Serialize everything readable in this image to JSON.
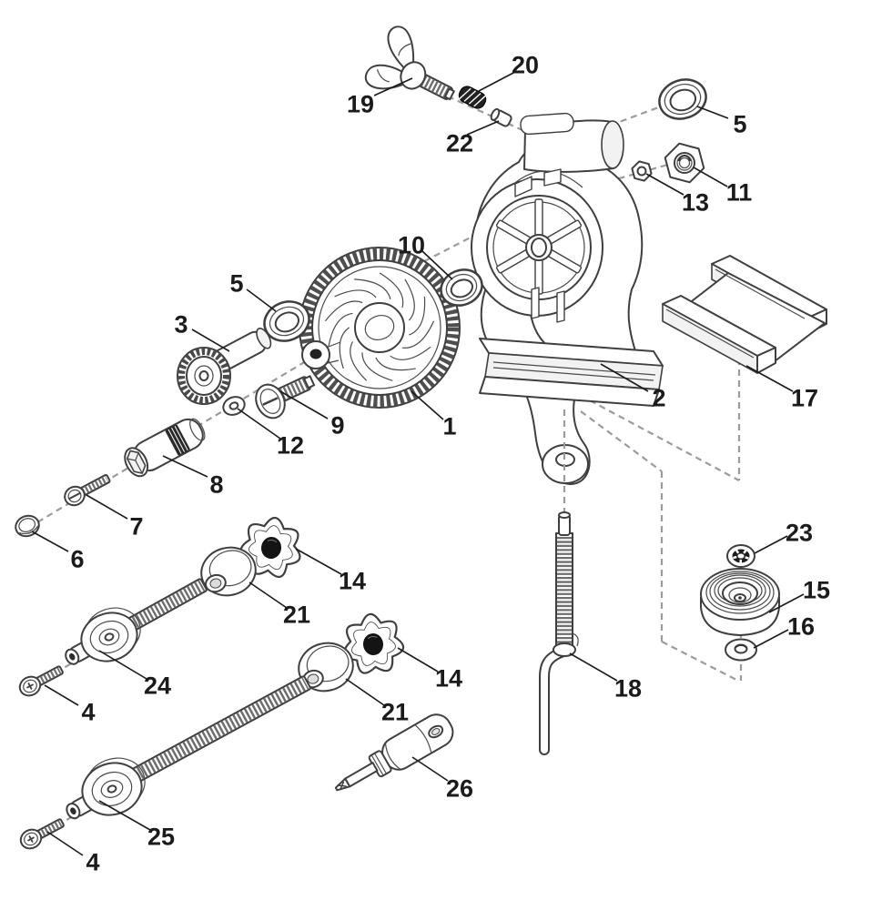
{
  "diagram": {
    "type": "exploded-parts-diagram",
    "palette": {
      "background": "#ffffff",
      "outline": "#3f3f3f",
      "dash": "#9b9b9b",
      "label": "#1b1b1b",
      "dark_fill": "#1c1c1c"
    },
    "label_font_size": 27,
    "callouts": [
      {
        "number": "19",
        "part": "wing-bolt",
        "text": [
          396,
          114
        ],
        "leader": [
          411,
          105,
          453,
          86
        ]
      },
      {
        "number": "20",
        "part": "knurled-spring-pin",
        "text": [
          577,
          71
        ],
        "leader": [
          566,
          79,
          526,
          100
        ]
      },
      {
        "number": "22",
        "part": "spacer-pin",
        "text": [
          505,
          157
        ],
        "leader": [
          513,
          148,
          548,
          133
        ]
      },
      {
        "number": "5",
        "part": "bushing-upper",
        "text": [
          813,
          136
        ],
        "leader": [
          800,
          130,
          766,
          117
        ]
      },
      {
        "number": "11",
        "part": "hex-nut",
        "text": [
          812,
          211
        ],
        "leader": [
          799,
          205,
          762,
          184
        ]
      },
      {
        "number": "13",
        "part": "small-nut",
        "text": [
          764,
          222
        ],
        "leader": [
          751,
          214,
          710,
          191
        ]
      },
      {
        "number": "10",
        "part": "bushing-right",
        "text": [
          452,
          269
        ],
        "leader": [
          464,
          276,
          497,
          307
        ]
      },
      {
        "number": "5",
        "part": "bushing-left",
        "text": [
          260,
          311
        ],
        "leader": [
          271,
          318,
          303,
          342
        ]
      },
      {
        "number": "3",
        "part": "pinion-gear",
        "text": [
          199,
          356
        ],
        "leader": [
          211,
          362,
          252,
          386
        ]
      },
      {
        "number": "1",
        "part": "main-gear",
        "text": [
          494,
          468
        ],
        "leader": [
          487,
          461,
          452,
          430
        ]
      },
      {
        "number": "2",
        "part": "housing",
        "text": [
          724,
          437
        ],
        "leader": [
          712,
          430,
          660,
          400
        ]
      },
      {
        "number": "17",
        "part": "slide-bracket",
        "text": [
          884,
          437
        ],
        "leader": [
          871,
          430,
          820,
          402
        ]
      },
      {
        "number": "9",
        "part": "shoulder-bolt",
        "text": [
          371,
          467
        ],
        "leader": [
          360,
          460,
          308,
          430
        ]
      },
      {
        "number": "12",
        "part": "washer-small",
        "text": [
          319,
          489
        ],
        "leader": [
          308,
          482,
          261,
          449
        ]
      },
      {
        "number": "8",
        "part": "handle-coupler",
        "text": [
          238,
          532
        ],
        "leader": [
          228,
          524,
          179,
          501
        ]
      },
      {
        "number": "7",
        "part": "slotted-screw",
        "text": [
          150,
          578
        ],
        "leader": [
          140,
          570,
          95,
          544
        ]
      },
      {
        "number": "6",
        "part": "cap-screw",
        "text": [
          85,
          614
        ],
        "leader": [
          75,
          606,
          35,
          584
        ]
      },
      {
        "number": "23",
        "part": "lock-washer",
        "text": [
          878,
          585
        ],
        "leader": [
          865,
          589,
          829,
          608
        ]
      },
      {
        "number": "15",
        "part": "bearing-cup",
        "text": [
          897,
          648
        ],
        "leader": [
          883,
          653,
          845,
          673
        ]
      },
      {
        "number": "16",
        "part": "washer-flat",
        "text": [
          880,
          688
        ],
        "leader": [
          866,
          692,
          828,
          712
        ]
      },
      {
        "number": "18",
        "part": "crank-rod",
        "text": [
          690,
          756
        ],
        "leader": [
          678,
          748,
          626,
          718
        ]
      },
      {
        "number": "14",
        "part": "star-knob-upper",
        "text": [
          387,
          638
        ],
        "leader": [
          375,
          631,
          325,
          603
        ]
      },
      {
        "number": "21",
        "part": "clamp-pad-upper",
        "text": [
          326,
          675
        ],
        "leader": [
          315,
          668,
          274,
          640
        ]
      },
      {
        "number": "14",
        "part": "star-knob-lower",
        "text": [
          493,
          745
        ],
        "leader": [
          481,
          738,
          437,
          712
        ]
      },
      {
        "number": "21",
        "part": "clamp-pad-lower",
        "text": [
          434,
          782
        ],
        "leader": [
          422,
          775,
          380,
          746
        ]
      },
      {
        "number": "24",
        "part": "clamp-screw-short",
        "text": [
          173,
          753
        ],
        "leader": [
          161,
          746,
          109,
          715
        ]
      },
      {
        "number": "4",
        "part": "pan-screw-upper",
        "text": [
          97,
          782
        ],
        "leader": [
          86,
          775,
          49,
          753
        ]
      },
      {
        "number": "25",
        "part": "clamp-screw-long",
        "text": [
          177,
          919
        ],
        "leader": [
          165,
          912,
          109,
          880
        ]
      },
      {
        "number": "4",
        "part": "pan-screw-lower",
        "text": [
          102,
          947
        ],
        "leader": [
          91,
          940,
          52,
          914
        ]
      },
      {
        "number": "26",
        "part": "screwdriver",
        "text": [
          505,
          866
        ],
        "leader": [
          492,
          858,
          453,
          832
        ]
      }
    ]
  }
}
